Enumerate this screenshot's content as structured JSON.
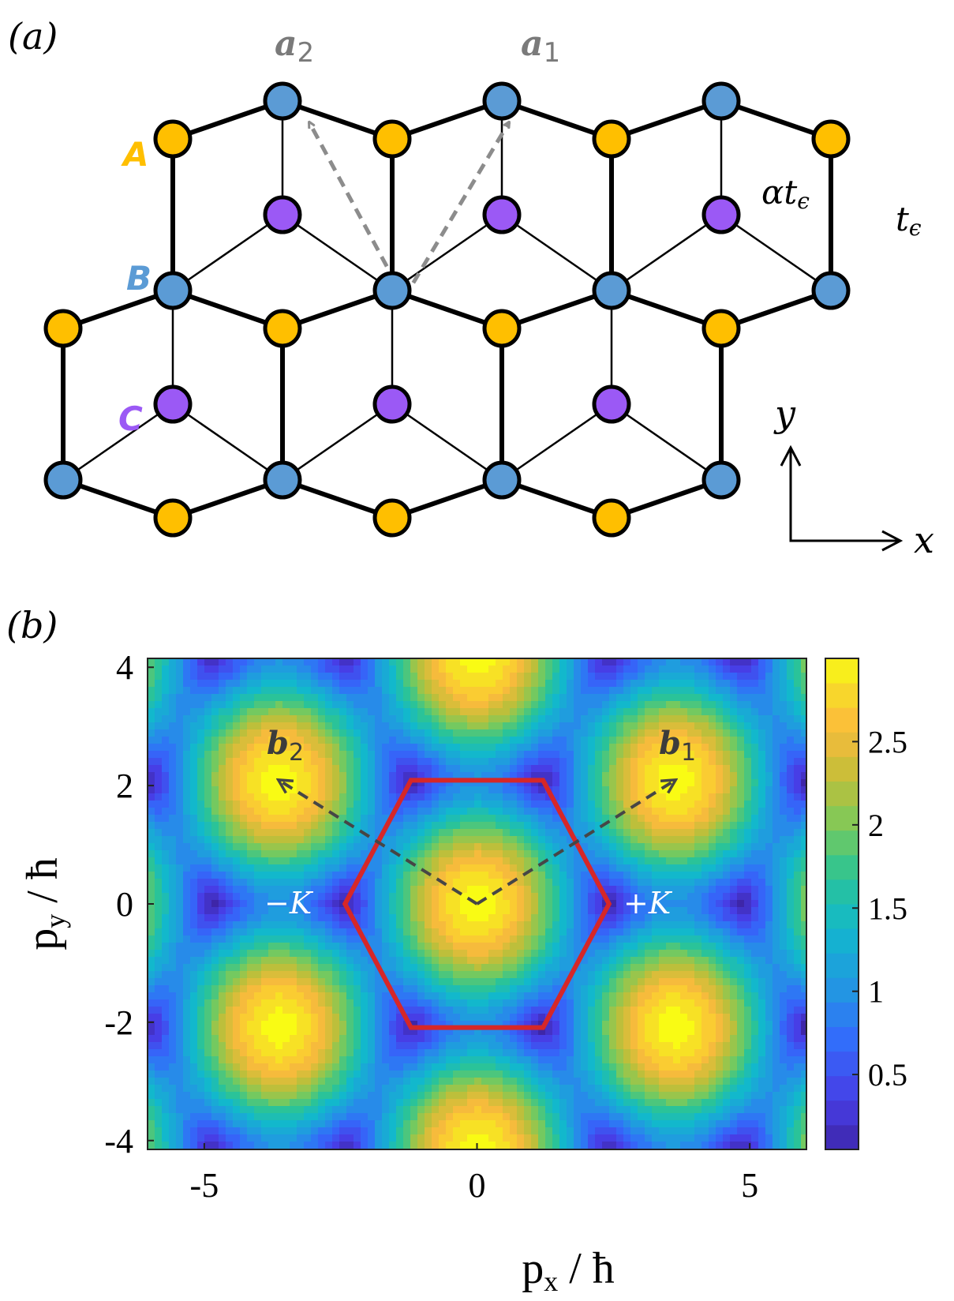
{
  "panel_a": {
    "label": "(a)",
    "vector_a2": "a",
    "vector_a2_sub": "2",
    "vector_a1": "a",
    "vector_a1_sub": "1",
    "site_A": "A",
    "site_B": "B",
    "site_C": "C",
    "hop_alpha": "αt",
    "hop_alpha_sub": "ϵ",
    "hop_t": "t",
    "hop_t_sub": "ϵ",
    "axis_y": "y",
    "axis_x": "x",
    "colors": {
      "A": "#ffbf00",
      "B": "#5b9bd5",
      "C": "#9b59f5",
      "arrow": "#8c8c8c"
    }
  },
  "panel_b": {
    "label": "(b)",
    "recip_b2": "b",
    "recip_b2_sub": "2",
    "recip_b1": "b",
    "recip_b1_sub": "1",
    "k_minus": "−K",
    "k_plus": "+K",
    "colors": {
      "brillouin_zone": "#d62728",
      "recip_arrows": "#464646"
    }
  },
  "chart_data": {
    "type": "heatmap",
    "xlabel_main": "p",
    "xlabel_sub": "x",
    "xlabel_tail": " / ħ",
    "ylabel_main": "p",
    "ylabel_sub": "y",
    "ylabel_tail": " / ħ",
    "xlim": [
      -6.04,
      6.04
    ],
    "ylim": [
      -4.15,
      4.15
    ],
    "x_ticks": [
      {
        "value": -5,
        "label": "-5"
      },
      {
        "value": 0,
        "label": "0"
      },
      {
        "value": 5,
        "label": "5"
      }
    ],
    "y_ticks": [
      {
        "value": 4,
        "label": "4"
      },
      {
        "value": 2,
        "label": "2"
      },
      {
        "value": 0,
        "label": "0"
      },
      {
        "value": -2,
        "label": "-2"
      },
      {
        "value": -4,
        "label": "-4"
      }
    ],
    "colorbar": {
      "range": [
        0.05,
        3.0
      ],
      "ticks": [
        {
          "value": 2.5,
          "label": "2.5"
        },
        {
          "value": 2,
          "label": "2"
        },
        {
          "value": 1.5,
          "label": "1.5"
        },
        {
          "value": 1,
          "label": "1"
        },
        {
          "value": 0.5,
          "label": "0.5"
        }
      ]
    },
    "brillouin_zone_vertices": [
      [
        2.42,
        0
      ],
      [
        1.21,
        2.09
      ],
      [
        -1.21,
        2.09
      ],
      [
        -2.42,
        0
      ],
      [
        -1.21,
        -2.09
      ],
      [
        1.21,
        -2.09
      ]
    ],
    "reciprocal_vectors": {
      "b1": [
        3.63,
        2.09
      ],
      "b2": [
        -3.63,
        2.09
      ]
    },
    "k_points": {
      "plus_K": [
        2.42,
        0
      ],
      "minus_K": [
        -2.42,
        0
      ]
    }
  }
}
